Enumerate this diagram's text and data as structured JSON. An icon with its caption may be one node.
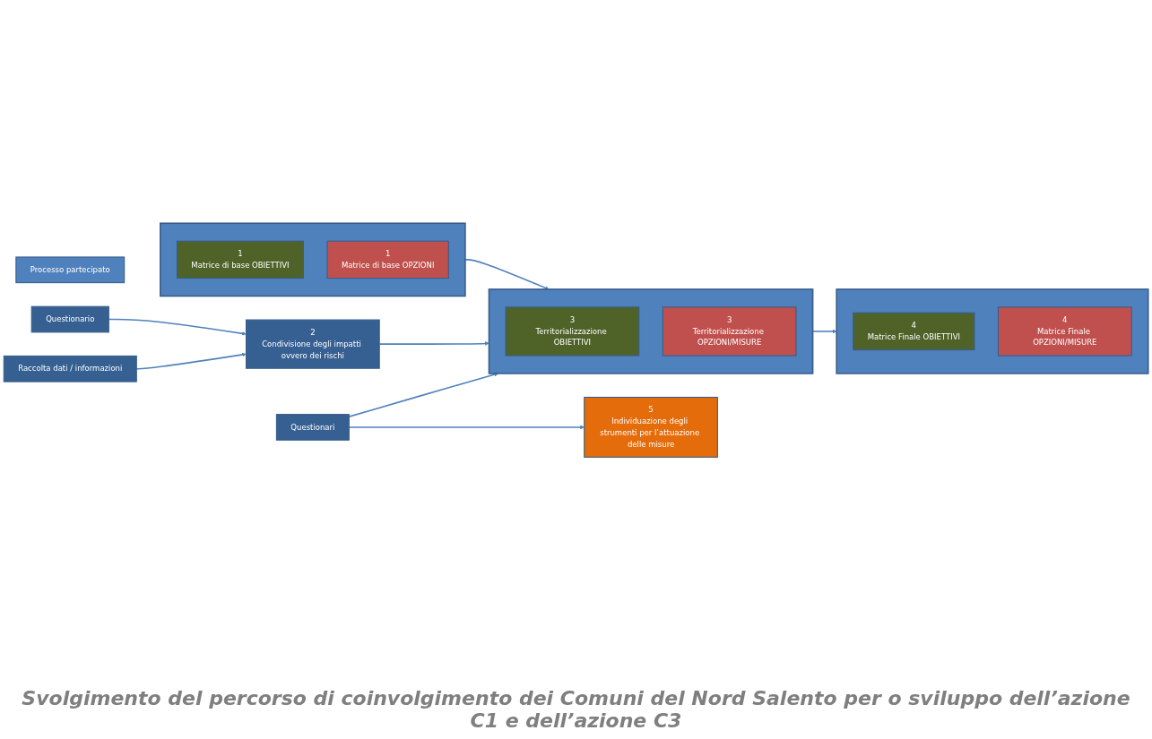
{
  "diagram": {
    "caption": "Svolgimento del percorso di coinvolgimento dei Comuni del Nord Salento per o sviluppo dell’azione C1 e dell’azione C3",
    "nodes": [
      {
        "text": [
          "Processo partecipato"
        ]
      },
      {
        "text": [],
        "shape": "box"
      },
      {
        "text": [
          "1",
          "Matrice di base OBIETTIVI"
        ],
        "in": 1
      },
      {
        "text": [
          "1",
          "Matrice di base OPZIONI"
        ],
        "in": 1
      },
      {
        "text": [
          "2",
          "Condivisione degli impatti ovvero dei rischi"
        ]
      },
      {
        "text": [],
        "shape": "box"
      },
      {
        "text": [
          "3",
          "Territorializzazione OBIETTIVI"
        ],
        "in": 5
      },
      {
        "text": [
          "3",
          "Territorializzazione OPZIONI/MISURE"
        ],
        "in": 5
      },
      {
        "text": [],
        "shape": "box"
      },
      {
        "text": [
          "4",
          "Matrice Finale OBIETTIVI"
        ],
        "in": 8
      },
      {
        "text": [
          "4",
          "Matrice Finale OPZIONI/MISURE"
        ],
        "in": 8
      },
      {
        "text": [
          "Questionario"
        ]
      },
      {
        "text": [
          "Raccolta dati / informazioni"
        ]
      },
      {
        "text": [
          "Questionari"
        ]
      },
      {
        "text": [
          "5",
          "Individuazione degli strumenti per l’attuazione delle misure"
        ]
      }
    ],
    "edges": [
      {
        "from": 1,
        "to": 5,
        "arrow": "to"
      },
      {
        "from": 4,
        "to": 5,
        "arrow": "to"
      },
      {
        "from": 5,
        "to": 8,
        "arrow": "to"
      },
      {
        "from": 11,
        "to": 4,
        "arrow": "to"
      },
      {
        "from": 12,
        "to": 4,
        "arrow": "to"
      },
      {
        "from": 13,
        "to": 5,
        "arrow": "to"
      },
      {
        "from": 13,
        "to": 14,
        "arrow": "to"
      }
    ]
  }
}
